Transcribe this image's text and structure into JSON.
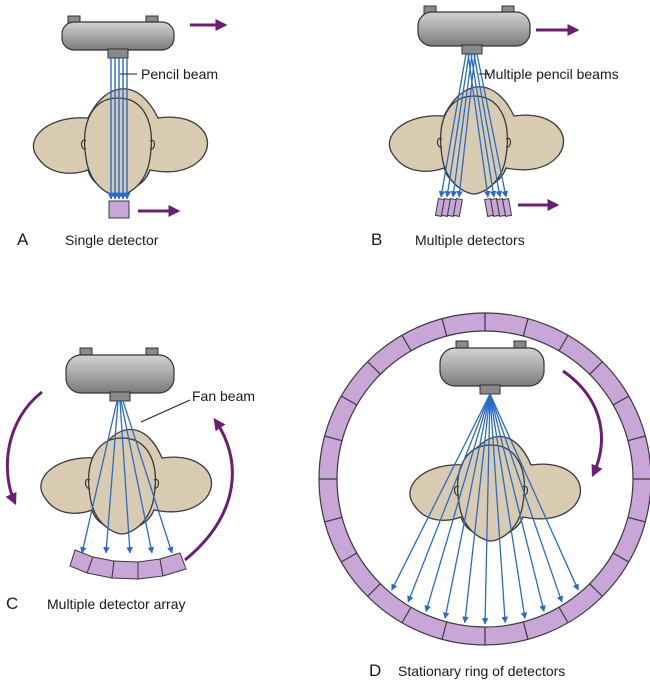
{
  "colors": {
    "beam": "#2a6bc8",
    "arrow": "#6b1f74",
    "tube": "#a8a8a8",
    "tube_dark": "#6e6e6e",
    "patient": "#d8cbb2",
    "patient_stroke": "#3a3a3a",
    "detector": "#c8a6d8",
    "detector_stroke": "#3a3a3a"
  },
  "panels": {
    "a": {
      "letter": "A",
      "caption": "Single detector",
      "beam_label": "Pencil beam"
    },
    "b": {
      "letter": "B",
      "caption": "Multiple detectors",
      "beam_label": "Multiple pencil beams"
    },
    "c": {
      "letter": "C",
      "caption": "Multiple detector array",
      "beam_label": "Fan beam"
    },
    "d": {
      "letter": "D",
      "caption": "Stationary ring of detectors"
    }
  }
}
